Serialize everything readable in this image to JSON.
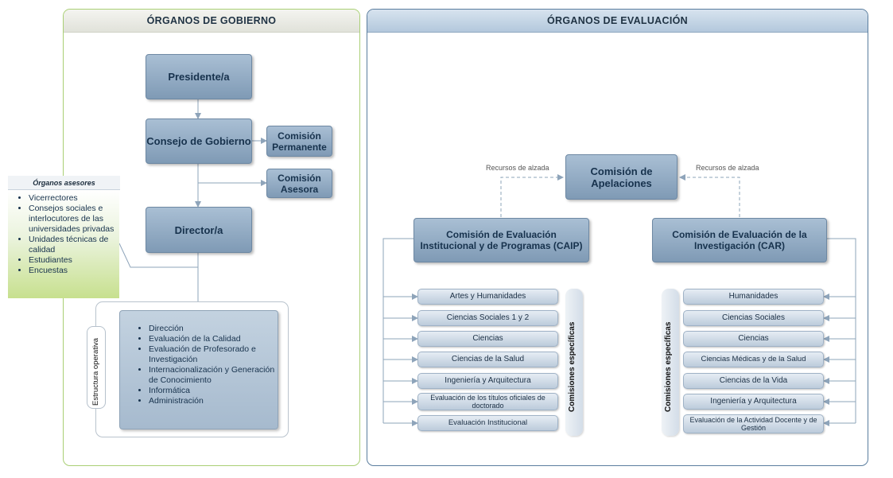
{
  "gobierno": {
    "header": "ÓRGANOS DE GOBIERNO",
    "presidente": "Presidente/a",
    "consejo": "Consejo de Gobierno",
    "comision_permanente": "Comisión Permanente",
    "comision_asesora": "Comisión Asesora",
    "director": "Director/a",
    "asesores_title": "Órganos asesores",
    "asesores": [
      "Vicerrectores",
      "Consejos sociales e interlocutores de las universidades privadas",
      "Unidades técnicas de calidad",
      "Estudiantes",
      "Encuestas"
    ],
    "estructura_label": "Estructura operativa",
    "estructura": [
      "Dirección",
      "Evaluación de la Calidad",
      "Evaluación de Profesorado e Investigación",
      "Internacionalización y Generación de Conocimiento",
      "Informática",
      "Administración"
    ]
  },
  "evaluacion": {
    "header": "ÓRGANOS DE EVALUACIÓN",
    "apelaciones": "Comisión de Apelaciones",
    "recursos_left": "Recursos de alzada",
    "recursos_right": "Recursos de alzada",
    "caip": "Comisión de Evaluación Institucional y de Programas (CAIP)",
    "car": "Comisión de Evaluación de la Investigación (CAR)",
    "caip_label": "Comisiones específicas",
    "car_label": "Comisiones específicas",
    "caip_items": [
      "Artes y Humanidades",
      "Ciencias Sociales 1 y 2",
      "Ciencias",
      "Ciencias de la Salud",
      "Ingeniería y Arquitectura",
      "Evaluación de los títulos oficiales de doctorado",
      "Evaluación Institucional"
    ],
    "car_items": [
      "Humanidades",
      "Ciencias Sociales",
      "Ciencias",
      "Ciencias Médicas y de la Salud",
      "Ciencias de la Vida",
      "Ingeniería y Arquitectura",
      "Evaluación de la Actividad Docente y de Gestión"
    ]
  }
}
